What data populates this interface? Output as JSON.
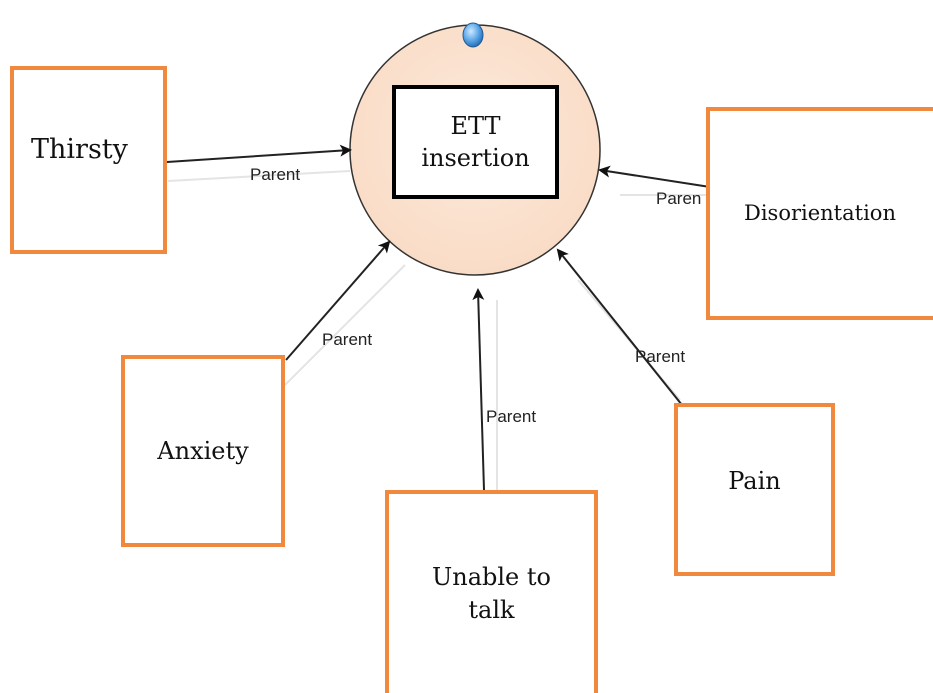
{
  "center": {
    "label": "ETT insertion"
  },
  "nodes": [
    {
      "id": "thirsty",
      "label": "Thirsty"
    },
    {
      "id": "disorientation",
      "label": "Disorientation"
    },
    {
      "id": "anxiety",
      "label": "Anxiety"
    },
    {
      "id": "unable",
      "label": "Unable to talk"
    },
    {
      "id": "pain",
      "label": "Pain"
    }
  ],
  "edges": [
    {
      "from": "thirsty",
      "label": "Parent"
    },
    {
      "from": "disorientation",
      "label": "Paren"
    },
    {
      "from": "anxiety",
      "label": "Parent"
    },
    {
      "from": "unable",
      "label": "Parent"
    },
    {
      "from": "pain",
      "label": "Parent"
    }
  ],
  "colors": {
    "node_border": "#f0883e",
    "center_circle_fill": "#fde6d6",
    "center_box_border": "#000000",
    "edge": "#222222",
    "handle": "#3d8fd6"
  }
}
